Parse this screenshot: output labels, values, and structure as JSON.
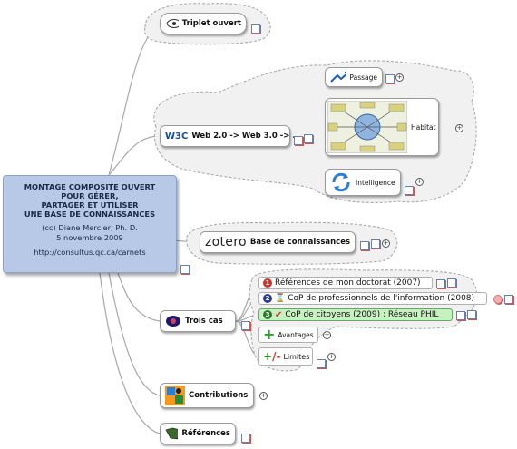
{
  "central": {
    "line1": "MONTAGE COMPOSITE OUVERT",
    "line2": "POUR GÉRER,",
    "line3": "PARTAGER ET UTILISER",
    "line4": "UNE BASE DE CONNAISSANCES",
    "author": "(cc) Diane Mercier, Ph. D.",
    "date": "5 novembre 2009",
    "url": "http://consultus.qc.ca/carnets"
  },
  "topics": {
    "triplet": "Triplet ouvert",
    "web": "Web 2.0 -> Web 3.0 -> ...",
    "passage": "Passage",
    "habitat": "Habitat",
    "intelligence": "Intelligence",
    "zotero_logo": "zotero",
    "base": "Base de connaissances",
    "trois": "Trois cas",
    "contributions": "Contributions",
    "references": "Références"
  },
  "cases": {
    "ref_doctorat": "Références de mon doctorat (2007)",
    "cop_pro": "CoP de professionnels de l'information (2008)",
    "cop_citoyens": "CoP de citoyens (2009) : Réseau PHIL",
    "avantages": "Avantages",
    "limites": "Limites",
    "n1": "1",
    "n2": "2",
    "n3": "3"
  },
  "colors": {
    "central_bg": "#b7c9e6",
    "highlight": "#c9f0c0",
    "line": "#9a9a9a"
  }
}
